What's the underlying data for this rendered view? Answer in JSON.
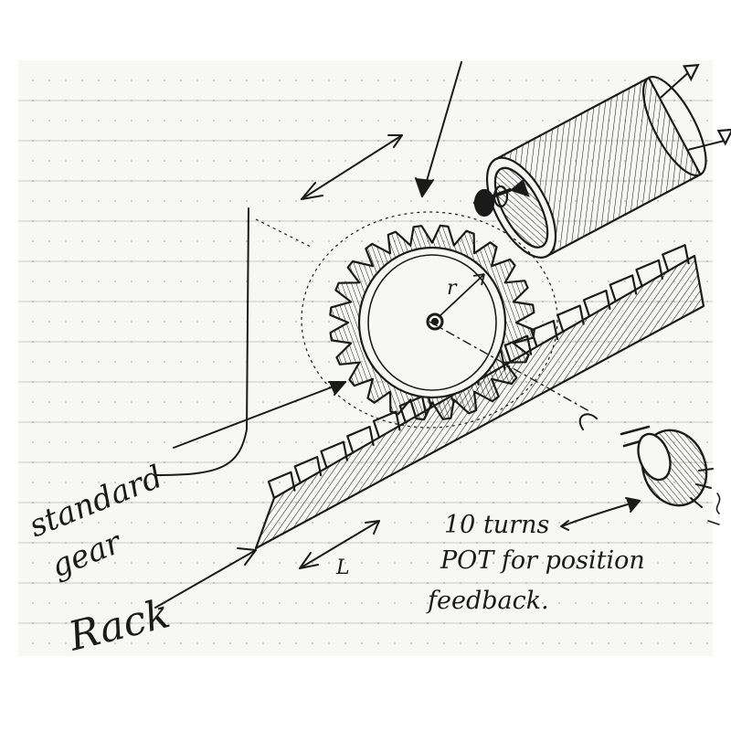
{
  "colors": {
    "paper": "#f7f7f5",
    "ink": "#1a1a1a",
    "rule_line": "#d8d8d8",
    "dot": "#9a9a9a"
  },
  "labels": {
    "standard_gear_line1": "standard",
    "standard_gear_line2": "gear",
    "rack": "Rack",
    "pot_line1": "10 turns",
    "pot_line2": "POT for position",
    "pot_line3": "feedback.",
    "radius": "r",
    "length": "L"
  }
}
